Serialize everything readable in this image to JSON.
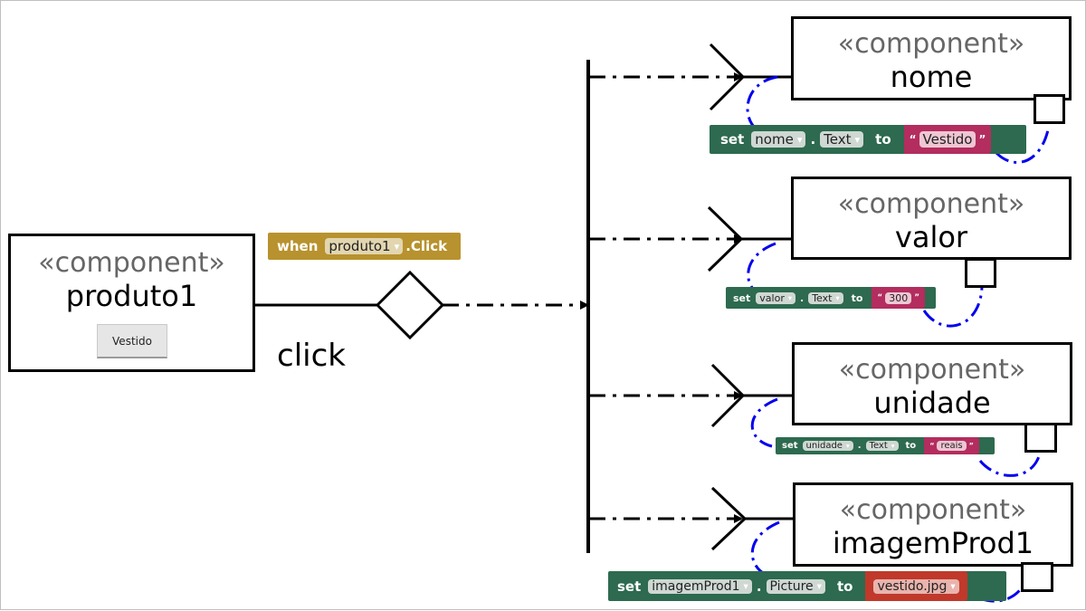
{
  "source_component": {
    "stereotype": "«component»",
    "name": "produto1",
    "button_label": "Vestido"
  },
  "event_label": "click",
  "when_block": {
    "keyword": "when",
    "component": "produto1",
    "event": ".Click"
  },
  "targets": [
    {
      "stereotype": "«component»",
      "name": "nome",
      "block": {
        "set": "set",
        "component": "nome",
        "dot": ".",
        "property": "Text",
        "to": "to",
        "value": "Vestido",
        "value_kind": "text"
      }
    },
    {
      "stereotype": "«component»",
      "name": "valor",
      "block": {
        "set": "set",
        "component": "valor",
        "dot": ".",
        "property": "Text",
        "to": "to",
        "value": "300",
        "value_kind": "text"
      }
    },
    {
      "stereotype": "«component»",
      "name": "unidade",
      "block": {
        "set": "set",
        "component": "unidade",
        "dot": ".",
        "property": "Text",
        "to": "to",
        "value": "reais",
        "value_kind": "text"
      }
    },
    {
      "stereotype": "«component»",
      "name": "imagemProd1",
      "block": {
        "set": "set",
        "component": "imagemProd1",
        "dot": ".",
        "property": "Picture",
        "to": "to",
        "value": "vestido.jpg",
        "value_kind": "asset"
      }
    }
  ],
  "colors": {
    "when_block": "#b8922e",
    "set_block": "#2d6a4f",
    "text_literal": "#b32d5e",
    "asset_literal": "#c0392b",
    "link_curve": "#0000ee",
    "stereotype_text": "#666666"
  }
}
